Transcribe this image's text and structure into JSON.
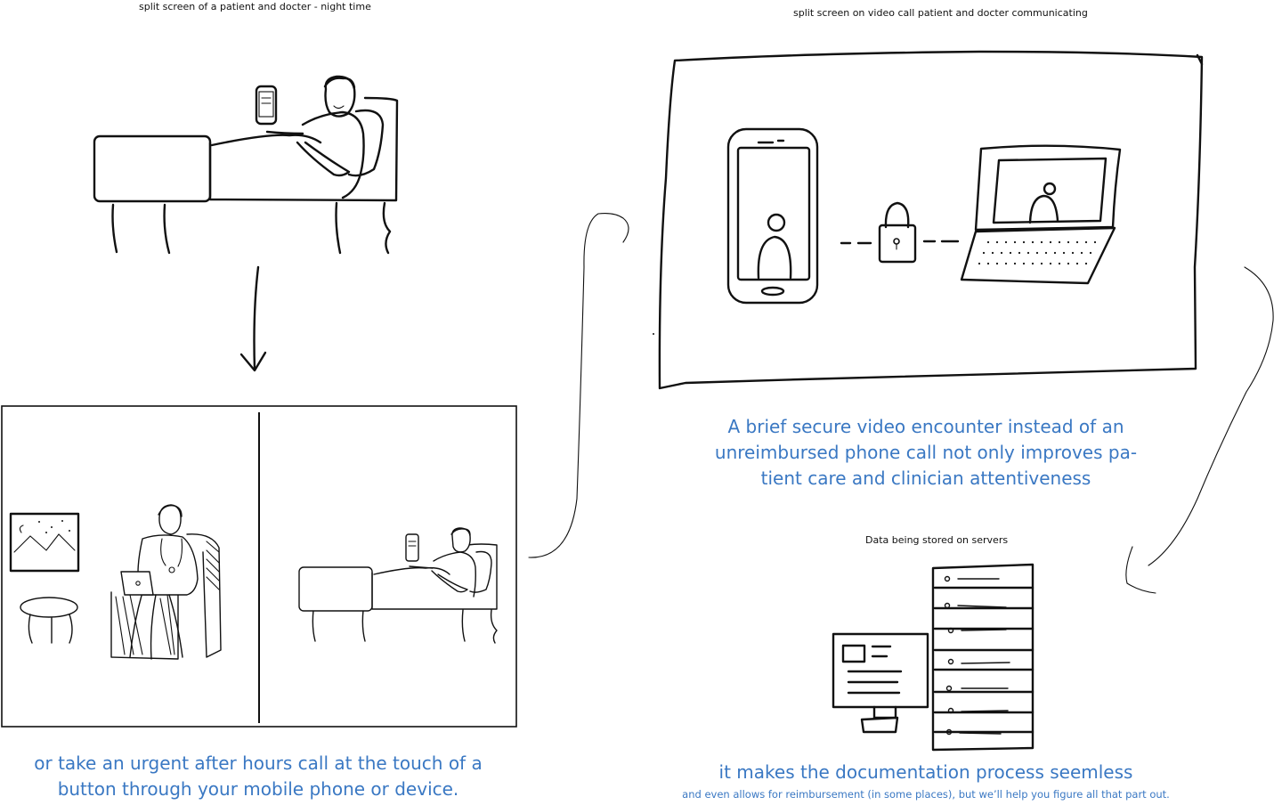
{
  "labels": {
    "top_left": "split screen of a patient and docter - night time",
    "top_right": "split screen on video call patient and docter communicating",
    "servers": "Data being stored on servers"
  },
  "captions": {
    "left_bottom_line1": "or take an urgent after hours call at the touch of a",
    "left_bottom_line2": "button through your mobile phone or device.",
    "right_middle_line1": "A brief secure video encounter instead of an",
    "right_middle_line2": "unreimbursed phone call not only improves pa-",
    "right_middle_line3": "tient care and clinician attentiveness",
    "right_bottom_main": "it makes the documentation process seemless",
    "right_bottom_sub": "and even allows for reimbursement (in some places), but we’ll help you figure all that part out."
  },
  "colors": {
    "caption_blue": "#3a78c3",
    "ink": "#111111",
    "background": "#ffffff"
  },
  "icons": [
    "phone-icon",
    "lock-icon",
    "laptop-icon",
    "server-rack-icon",
    "monitor-icon",
    "arrow-down-icon"
  ]
}
